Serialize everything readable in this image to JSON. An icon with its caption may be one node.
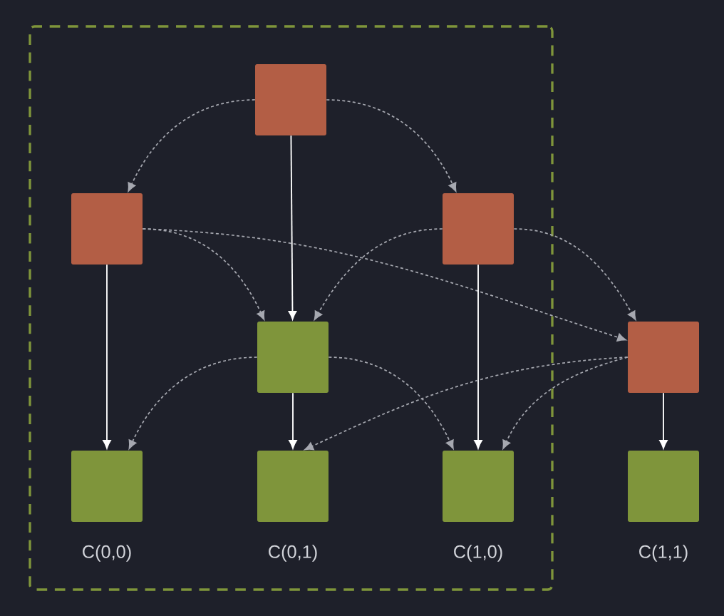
{
  "diagram": {
    "nodes": [
      {
        "text": [],
        "shape": "box"
      },
      {
        "text": [],
        "shape": "box",
        "in": 0
      },
      {
        "text": [],
        "shape": "box",
        "in": 0
      },
      {
        "text": [],
        "shape": "box",
        "in": 0
      },
      {
        "text": [],
        "shape": "box",
        "in": 0
      },
      {
        "text": [],
        "shape": "box",
        "in": 0,
        "beside": [
          "C(0,0)"
        ]
      },
      {
        "text": [],
        "shape": "box",
        "in": 0,
        "beside": [
          "C(0,1)"
        ]
      },
      {
        "text": [],
        "shape": "box",
        "in": 0,
        "beside": [
          "C(1,0)"
        ]
      },
      {
        "text": [],
        "shape": "box"
      },
      {
        "text": [],
        "shape": "box",
        "beside": [
          "C(1,1)"
        ]
      }
    ],
    "edges": [
      {
        "from": 1,
        "to": 2,
        "arrow": "to",
        "style": "dashed"
      },
      {
        "from": 1,
        "to": 3,
        "arrow": "to",
        "style": "dashed"
      },
      {
        "from": 1,
        "to": 4,
        "arrow": "to",
        "color": "#ffffff"
      },
      {
        "from": 2,
        "to": 4,
        "arrow": "to",
        "style": "dashed"
      },
      {
        "from": 2,
        "to": 8,
        "arrow": "to",
        "style": "dashed"
      },
      {
        "from": 3,
        "to": 4,
        "arrow": "to",
        "style": "dashed"
      },
      {
        "from": 3,
        "to": 8,
        "arrow": "to",
        "style": "dashed"
      },
      {
        "from": 2,
        "to": 5,
        "arrow": "to",
        "color": "#ffffff"
      },
      {
        "from": 3,
        "to": 7,
        "arrow": "to",
        "color": "#ffffff"
      },
      {
        "from": 4,
        "to": 6,
        "arrow": "to",
        "color": "#ffffff"
      },
      {
        "from": 4,
        "to": 5,
        "arrow": "to",
        "style": "dashed"
      },
      {
        "from": 4,
        "to": 7,
        "arrow": "to",
        "style": "dashed"
      },
      {
        "from": 8,
        "to": 6,
        "arrow": "to",
        "style": "dashed"
      },
      {
        "from": 8,
        "to": 7,
        "arrow": "to",
        "style": "dashed"
      },
      {
        "from": 8,
        "to": 9,
        "arrow": "to",
        "color": "#ffffff"
      }
    ]
  }
}
